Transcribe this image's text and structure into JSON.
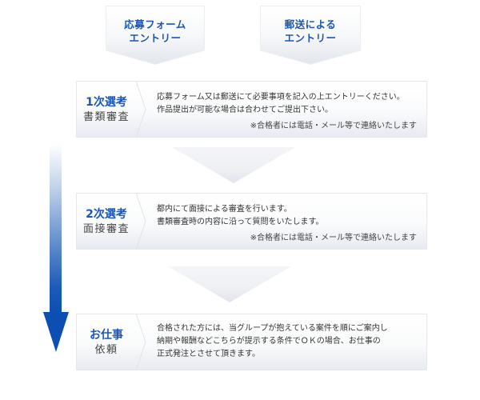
{
  "entries": [
    {
      "line1": "応募フォーム",
      "line2": "エントリー"
    },
    {
      "line1": "郵送による",
      "line2": "エントリー"
    }
  ],
  "steps": [
    {
      "title": "1次選考",
      "subtitle": "書類審査",
      "lines": [
        "応募フォーム又は郵送にて必要事項を記入の上エントリーください。",
        "作品提出が可能な場合は合わせてご提出下さい。"
      ],
      "note": "※合格者には電話・メール等で連絡いたします"
    },
    {
      "title": "2次選考",
      "subtitle": "面接審査",
      "lines": [
        "都内にて面接による審査を行います。",
        "書類審査時の内容に沿って質問をいたします。"
      ],
      "note": "※合格者には電話・メール等で連絡いたします"
    },
    {
      "title": "お仕事",
      "subtitle": "依頼",
      "lines": [
        "合格された方には、当グループが抱えている案件を順にご案内し",
        "納期や報酬などこちらが提示する条件でＯＫの場合、お仕事の",
        "正式発注とさせて頂きます。"
      ],
      "note": ""
    }
  ],
  "colors": {
    "accent_blue": "#1b56b4",
    "arrow_blue": "#0b4fb2",
    "body_text": "#333333",
    "card_gradient_bottom": "#e7eaf0"
  },
  "icons": {
    "flow_arrow": "down-arrow-icon",
    "step_connector": "down-triangle-icon"
  }
}
